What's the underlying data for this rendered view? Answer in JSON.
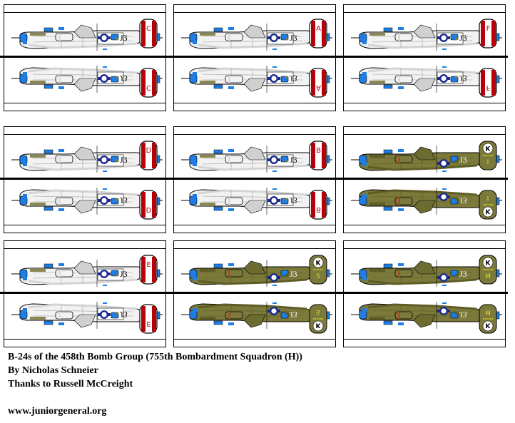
{
  "title": "B-24s of the 458th Bomb Group (755th Bombardment Squadron (H))",
  "credits": {
    "author": "By Nicholas Schneier",
    "thanks": "Thanks to Russell McCreight",
    "website": "www.juniorgeneral.org"
  },
  "colors": {
    "silver_body": "#f2f2f2",
    "silver_shade": "#d4d4d4",
    "olive_body": "#7b7a3a",
    "olive_dark": "#5e5d26",
    "tail_red": "#b8000a",
    "tail_white": "#ffffff",
    "turret_blue": "#1e7ee6",
    "insignia_blue": "#1a2a8c",
    "tail_yellow": "#e8d830",
    "belly_grey": "#c8c8c8"
  },
  "panels": [
    {
      "scheme": "silver",
      "fuselage_code": "J3",
      "tail_letter": "C"
    },
    {
      "scheme": "silver",
      "fuselage_code": "J3",
      "tail_letter": "A"
    },
    {
      "scheme": "silver",
      "fuselage_code": "J3",
      "tail_letter": "F"
    },
    {
      "scheme": "silver",
      "fuselage_code": "J3",
      "tail_letter": "D"
    },
    {
      "scheme": "silver",
      "fuselage_code": "J3",
      "tail_letter": "B"
    },
    {
      "scheme": "olive",
      "fuselage_code": "J3",
      "tail_letter": "K",
      "tail_sub": "I"
    },
    {
      "scheme": "silver",
      "fuselage_code": "J3",
      "tail_letter": "E"
    },
    {
      "scheme": "olive",
      "fuselage_code": "J3",
      "tail_letter": "K",
      "tail_sub": "S"
    },
    {
      "scheme": "olive",
      "fuselage_code": "J3",
      "tail_letter": "K",
      "tail_sub": "M"
    }
  ]
}
